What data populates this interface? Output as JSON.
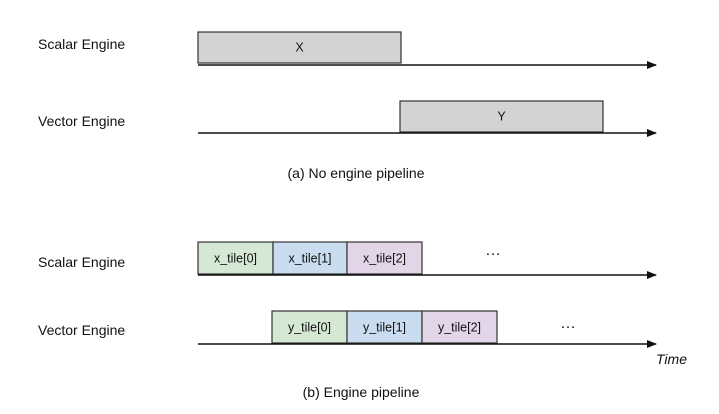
{
  "panel_a": {
    "caption": "(a) No engine pipeline",
    "scalar_label": "Scalar Engine",
    "vector_label": "Vector Engine",
    "scalar_box": {
      "label": "X",
      "color": "#d3d3d3"
    },
    "vector_box": {
      "label": "Y",
      "color": "#d3d3d3"
    }
  },
  "panel_b": {
    "caption": "(b) Engine pipeline",
    "scalar_label": "Scalar Engine",
    "vector_label": "Vector Engine",
    "scalar_tiles": [
      {
        "label": "x_tile[0]",
        "color": "#d5e8d4"
      },
      {
        "label": "x_tile[1]",
        "color": "#c9dcf0"
      },
      {
        "label": "x_tile[2]",
        "color": "#e1d5e7"
      }
    ],
    "vector_tiles": [
      {
        "label": "y_tile[0]",
        "color": "#d5e8d4"
      },
      {
        "label": "y_tile[1]",
        "color": "#c9dcf0"
      },
      {
        "label": "y_tile[2]",
        "color": "#e1d5e7"
      }
    ],
    "scalar_ellipsis": "…",
    "vector_ellipsis": "…",
    "time_label": "Time"
  }
}
